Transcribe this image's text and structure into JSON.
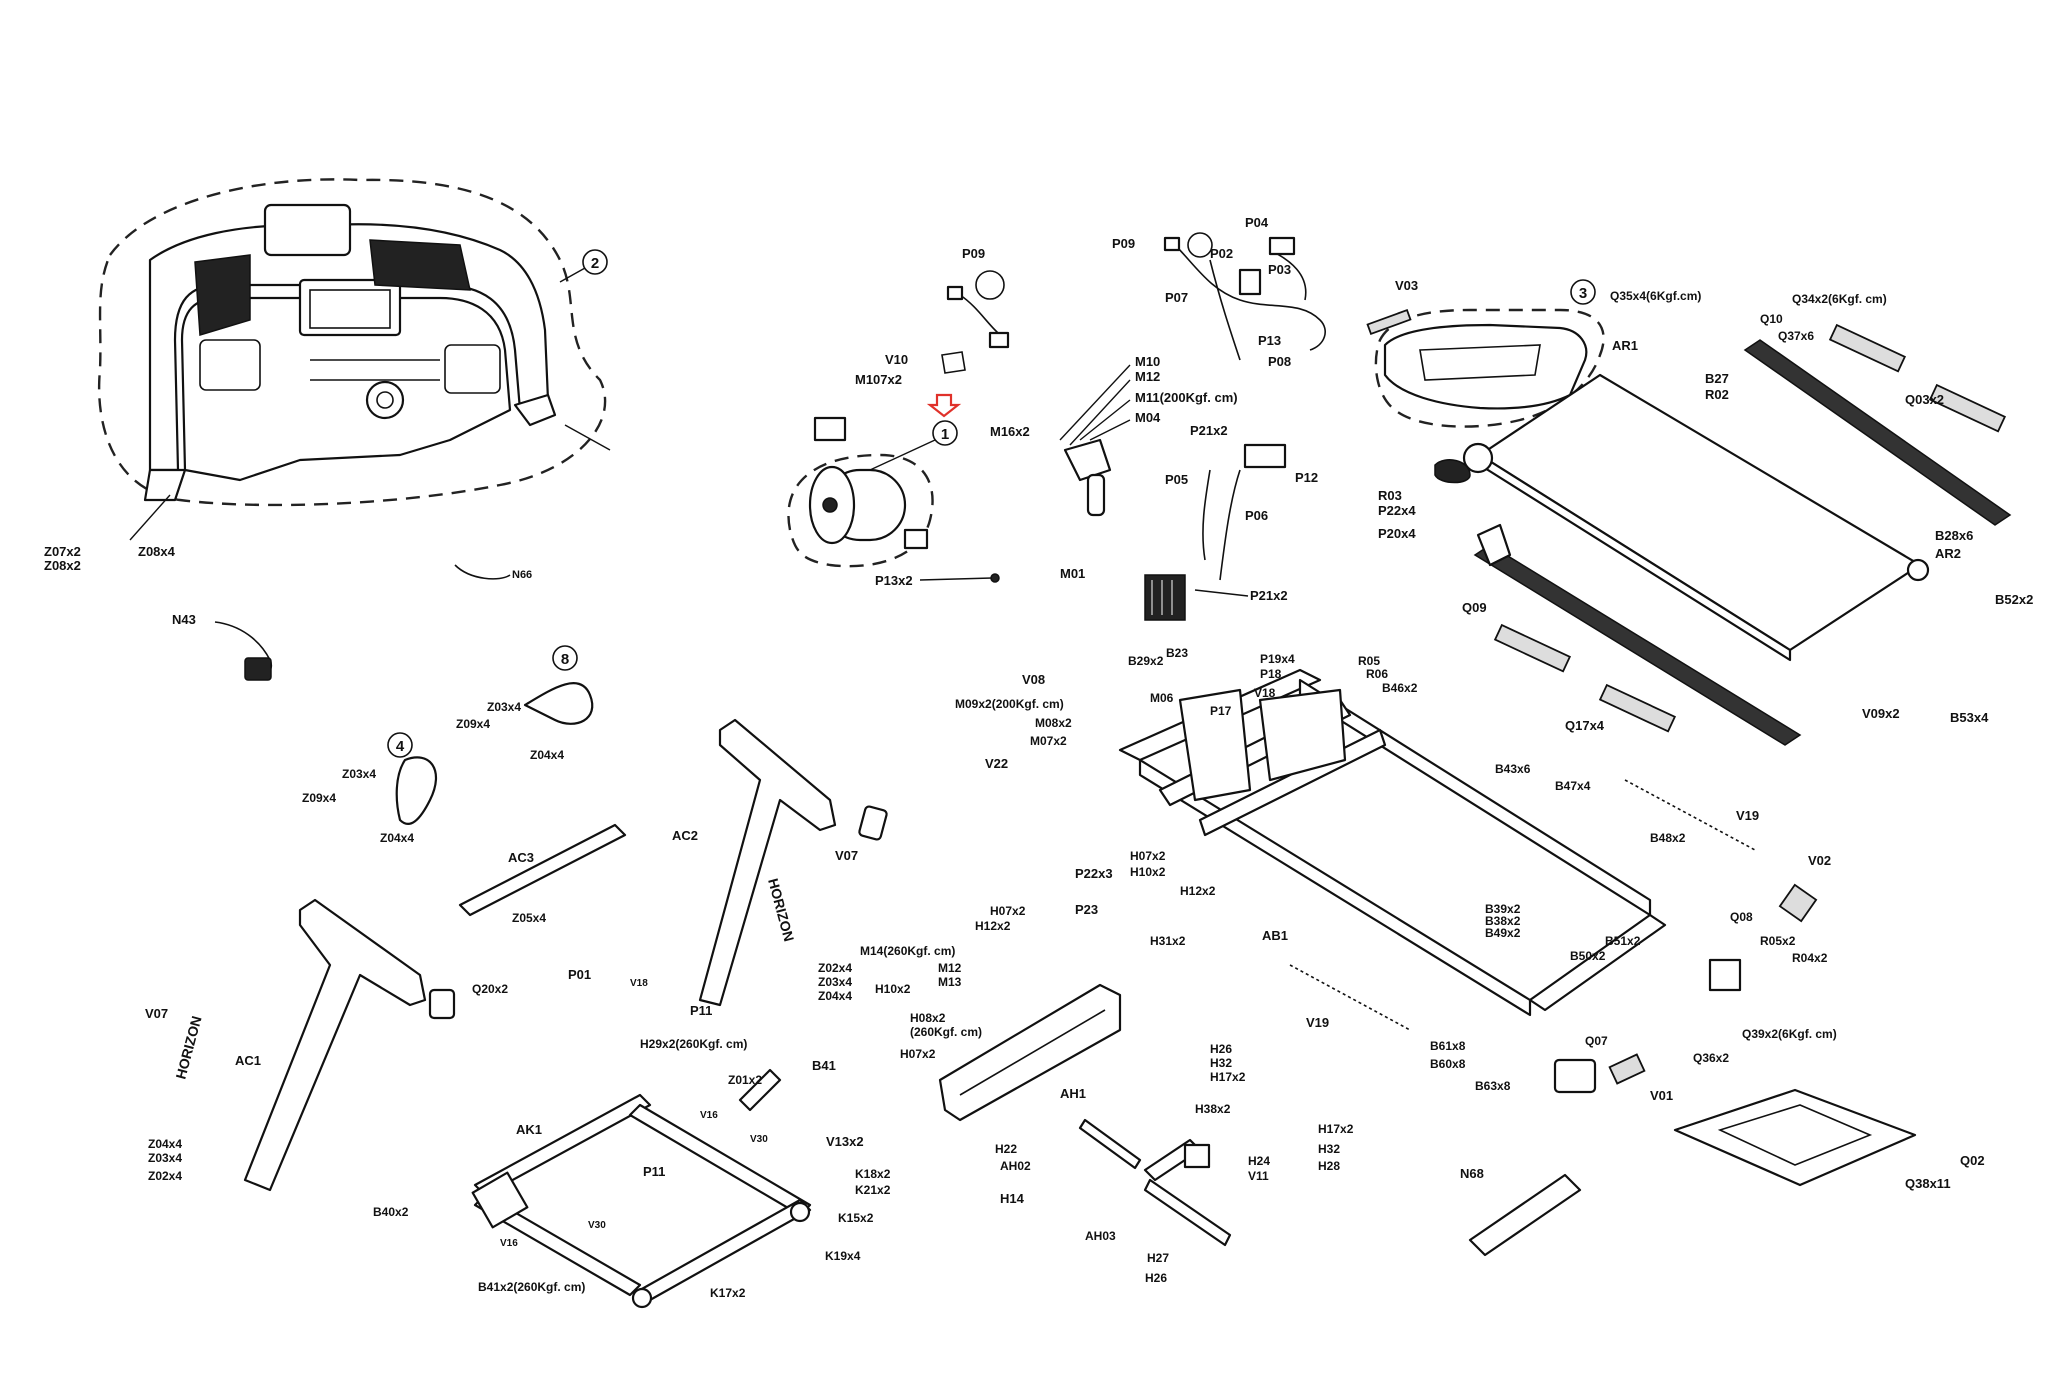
{
  "callouts": [
    "1",
    "2",
    "3",
    "4",
    "8"
  ],
  "brand": "HORIZON",
  "pointer_color": "#e0312a",
  "labels": {
    "z07": "Z07x2",
    "z08": "Z08x2",
    "z08b": "Z08x4",
    "n43": "N43",
    "n66": "N66",
    "n68": "N68",
    "p09": "P09",
    "v10": "V10",
    "m107": "M107x2",
    "p13x2": "P13x2",
    "p09b": "P09",
    "p04": "P04",
    "p02": "P02",
    "p03": "P03",
    "p07": "P07",
    "p13": "P13",
    "p08": "P08",
    "m10": "M10",
    "m12": "M12",
    "m11": "M11(200Kgf. cm)",
    "m04": "M04",
    "m16": "M16x2",
    "p21x2a": "P21x2",
    "p12": "P12",
    "p05": "P05",
    "p06": "P06",
    "m01": "M01",
    "p21x2b": "P21x2",
    "v03": "V03",
    "q35": "Q35x4(6Kgf.cm)",
    "q34": "Q34x2(6Kgf. cm)",
    "q10": "Q10",
    "q37": "Q37x6",
    "ar1": "AR1",
    "b27": "B27",
    "r02": "R02",
    "q03": "Q03x2",
    "r03": "R03",
    "p22x4": "P22x4",
    "p20x4": "P20x4",
    "q09": "Q09",
    "b28": "B28x6",
    "ar2": "AR2",
    "b52": "B52x2",
    "q17": "Q17x4",
    "v09": "V09x2",
    "b53": "B53x4",
    "z03a": "Z03x4",
    "z09a": "Z09x4",
    "z04a": "Z04x4",
    "z03b": "Z03x4",
    "z09b": "Z09x4",
    "z04b": "Z04x4",
    "ac3": "AC3",
    "z05": "Z05x4",
    "ac2": "AC2",
    "v07a": "V07",
    "p01": "P01",
    "v18": "V18",
    "p11a": "P11",
    "z02a": "Z02x4",
    "z03c": "Z03x4",
    "z04c": "Z04x4",
    "v07b": "V07",
    "ac1": "AC1",
    "q20": "Q20x2",
    "z04d": "Z04x4",
    "z03d": "Z03x4",
    "z02b": "Z02x4",
    "h29": "H29x2(260Kgf. cm)",
    "z01": "Z01x2",
    "b41": "B41",
    "v16a": "V16",
    "v30a": "V30",
    "v13": "V13x2",
    "ak1": "AK1",
    "p11b": "P11",
    "k18": "K18x2",
    "k21": "K21x2",
    "k15": "K15x2",
    "k19": "K19x4",
    "b40": "B40x2",
    "v16b": "V16",
    "v30b": "V30",
    "b41x2": "B41x2(260Kgf. cm)",
    "k17": "K17x2",
    "v08": "V08",
    "m09": "M09x2(200Kgf. cm)",
    "m08": "M08x2",
    "m07": "M07x2",
    "v22": "V22",
    "b29": "B29x2",
    "b23": "B23",
    "m06": "M06",
    "p19": "P19x4",
    "p18": "P18",
    "v18b": "V18",
    "p17": "P17",
    "r05": "R05",
    "r06": "R06",
    "b46": "B46x2",
    "b43": "B43x6",
    "b47": "B47x4",
    "v19a": "V19",
    "b48": "B48x2",
    "v02": "V02",
    "b39": "B39x2",
    "b38": "B38x2",
    "b49": "B49x2",
    "b51": "B51x2",
    "b50": "B50x2",
    "ab1": "AB1",
    "v19b": "V19",
    "b61": "B61x8",
    "b60": "B60x8",
    "b63": "B63x8",
    "q08": "Q08",
    "r05x2": "R05x2",
    "r04": "R04x2",
    "q36": "Q36x2",
    "q39": "Q39x2(6Kgf. cm)",
    "q07": "Q07",
    "v01": "V01",
    "q02": "Q02",
    "q38": "Q38x11",
    "p22x3": "P22x3",
    "p23": "P23",
    "h07a": "H07x2",
    "h10a": "H10x2",
    "h12a": "H12x2",
    "h07b": "H07x2",
    "h12b": "H12x2",
    "h31": "H31x2",
    "m14": "M14(260Kgf. cm)",
    "m12b": "M12",
    "m13": "M13",
    "h10b": "H10x2",
    "h08": "H08x2",
    "h08b": "(260Kgf. cm)",
    "h07c": "H07x2",
    "ah1": "AH1",
    "h26a": "H26",
    "h32a": "H32",
    "h17a": "H17x2",
    "h38": "H38x2",
    "h22": "H22",
    "ah02": "AH02",
    "h24": "H24",
    "v11": "V11",
    "h17b": "H17x2",
    "h32b": "H32",
    "h28": "H28",
    "h14": "H14",
    "ah03": "AH03",
    "h27": "H27",
    "h26b": "H26"
  }
}
